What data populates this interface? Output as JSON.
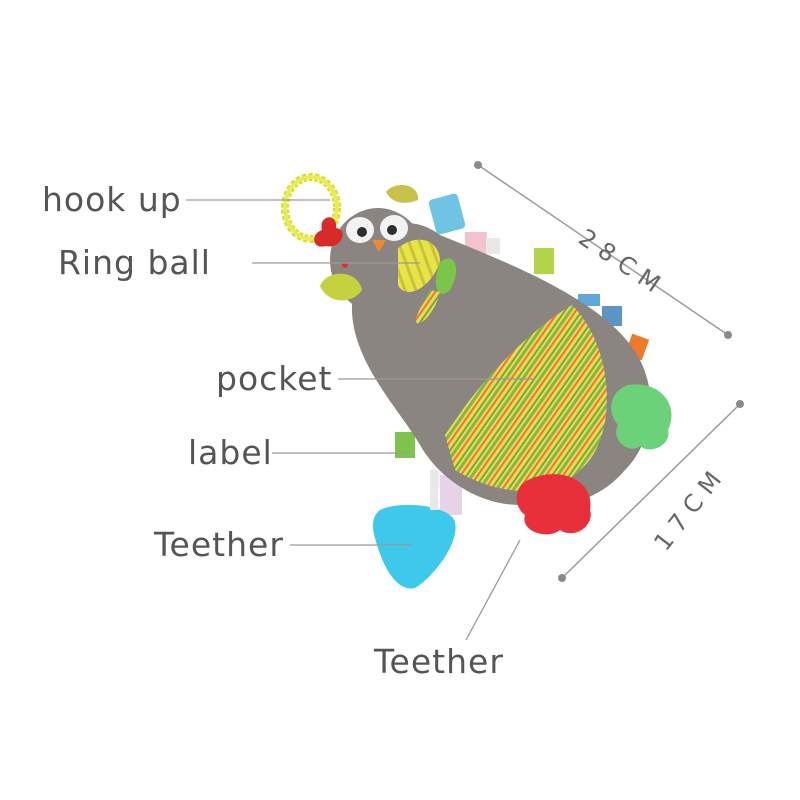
{
  "labels": {
    "hook_up": "hook up",
    "ring_ball": "Ring ball",
    "pocket": "pocket",
    "label": "label",
    "teether_left": "Teether",
    "teether_bottom": "Teether"
  },
  "dimensions": {
    "length": "28CM",
    "width": "17CM"
  },
  "colors": {
    "body": "#8a8580",
    "text": "#555555",
    "leader": "#9a9a9a"
  }
}
